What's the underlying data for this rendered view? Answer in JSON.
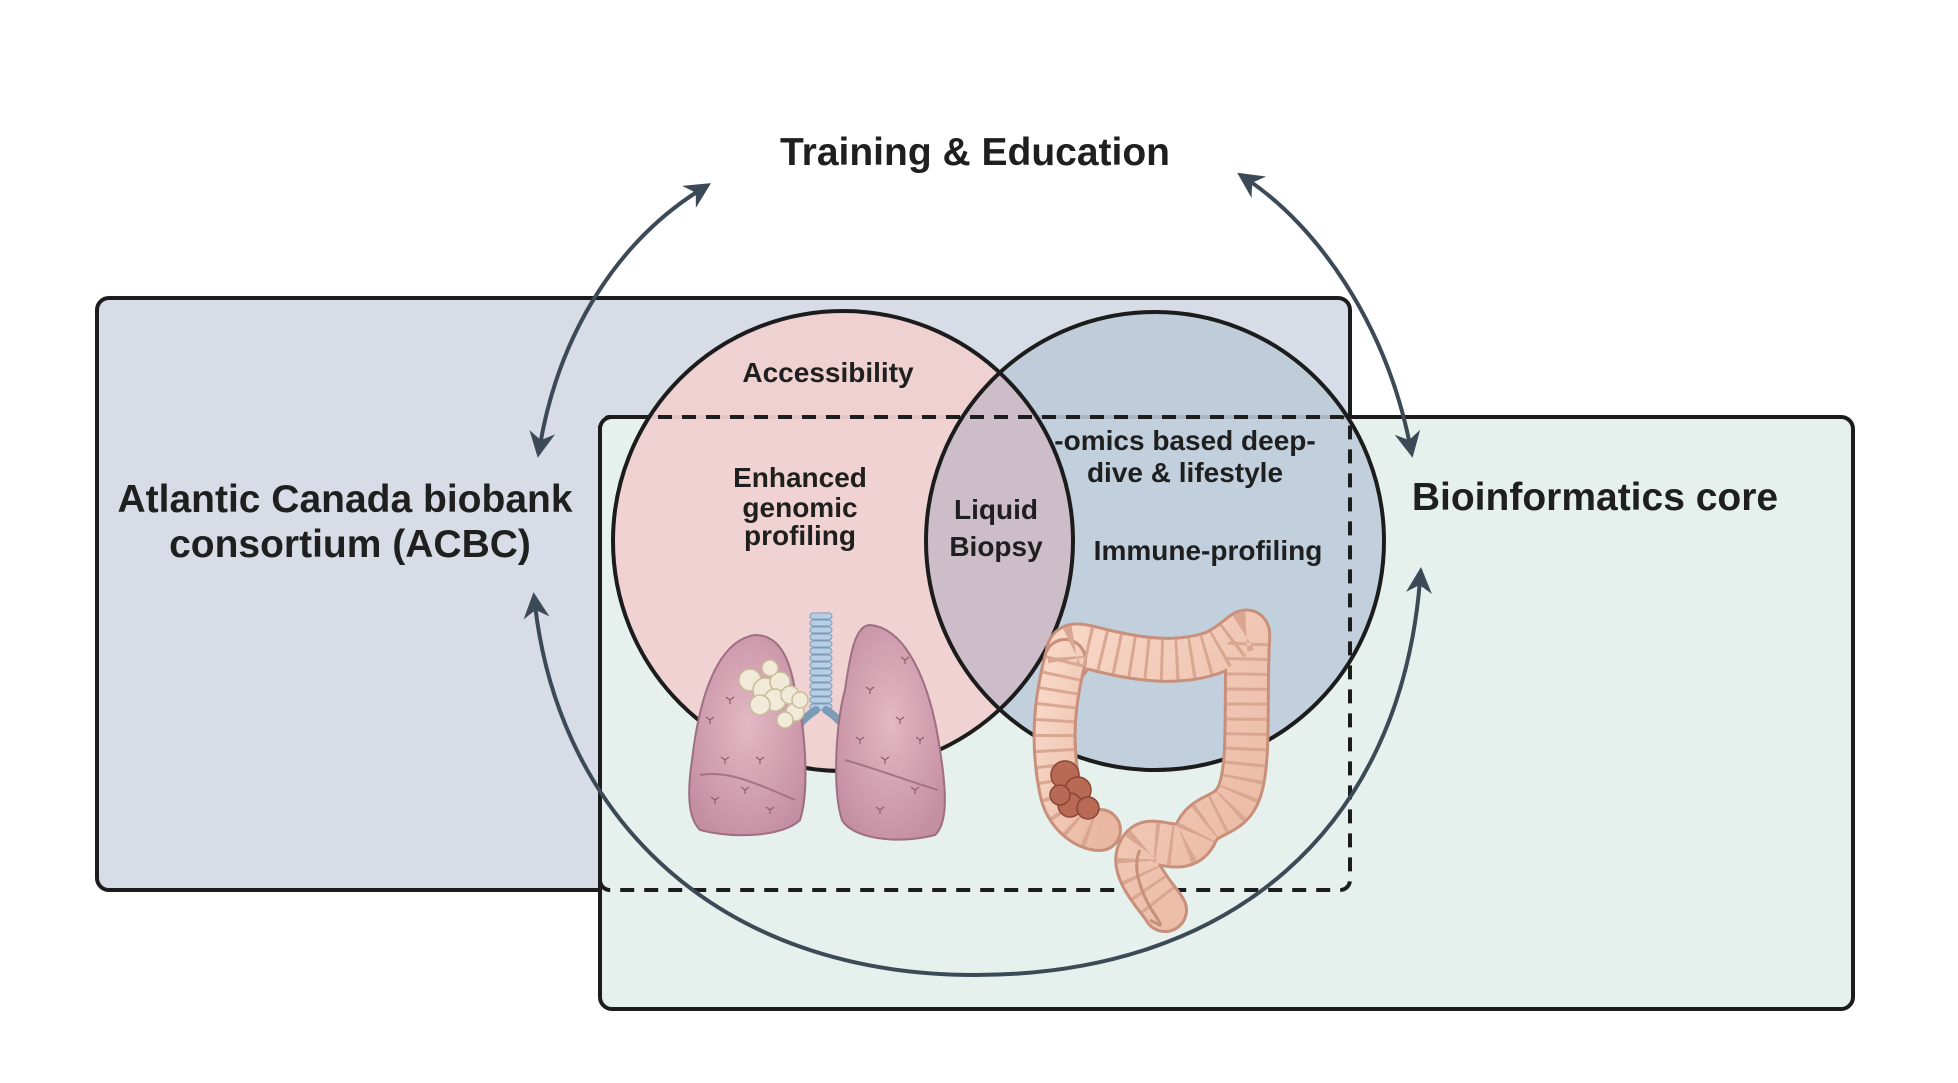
{
  "title": "Training & Education",
  "left_box": {
    "label_line1": "Atlantic Canada biobank",
    "label_line2": "consortium (ACBC)"
  },
  "right_box": {
    "label": "Bioinformatics core"
  },
  "venn": {
    "left_circle": {
      "top_label": "Accessibility",
      "label_line1": "Enhanced",
      "label_line2": "genomic",
      "label_line3": "profiling",
      "organ": "lungs-illustration"
    },
    "overlap": {
      "label_line1": "Liquid",
      "label_line2": "Biopsy"
    },
    "right_circle": {
      "label1_line1": "-omics based deep-",
      "label1_line2": "dive & lifestyle",
      "label2": "Immune-profiling",
      "organ": "colon-illustration"
    }
  },
  "colors": {
    "left_box_fill": "#d7dce6",
    "right_box_fill": "#e6f1ee",
    "left_circle_fill": "#f0d0d0",
    "right_circle_fill": "#bccbd9",
    "arrow": "#3c4a57",
    "outline": "#1c1c1c"
  }
}
